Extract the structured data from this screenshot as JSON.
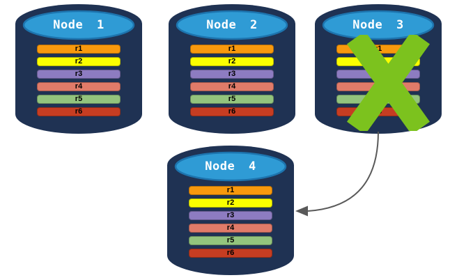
{
  "canvas": {
    "background": "#FFFFFF"
  },
  "colors": {
    "cylinder-body": "#1F3253",
    "cylinder-lid": "#2F9BD5",
    "cylinder-lid-border": "#1D74AE",
    "node-title-text": "#FFFFFF",
    "record-text": "#000000",
    "failure-x": "#7CC21E",
    "arrow": "#595959"
  },
  "nodes": [
    {
      "label": "Node 1",
      "failed": false,
      "records": [
        {
          "label": "r1",
          "color": "#F8990D"
        },
        {
          "label": "r2",
          "color": "#FBFF00"
        },
        {
          "label": "r3",
          "color": "#8D7CC1"
        },
        {
          "label": "r4",
          "color": "#E07B69"
        },
        {
          "label": "r5",
          "color": "#93C47D"
        },
        {
          "label": "r6",
          "color": "#C63D22"
        }
      ]
    },
    {
      "label": "Node 2",
      "failed": false,
      "records": [
        {
          "label": "r1",
          "color": "#F8990D"
        },
        {
          "label": "r2",
          "color": "#FBFF00"
        },
        {
          "label": "r3",
          "color": "#8D7CC1"
        },
        {
          "label": "r4",
          "color": "#E07B69"
        },
        {
          "label": "r5",
          "color": "#93C47D"
        },
        {
          "label": "r6",
          "color": "#C63D22"
        }
      ]
    },
    {
      "label": "Node 3",
      "failed": true,
      "records": [
        {
          "label": "r1",
          "color": "#F8990D"
        },
        {
          "label": "r2",
          "color": "#FBFF00"
        },
        {
          "label": "r3",
          "color": "#8D7CC1"
        },
        {
          "label": "r4",
          "color": "#E07B69"
        },
        {
          "label": "r5",
          "color": "#93C47D"
        },
        {
          "label": "r6",
          "color": "#C63D22"
        }
      ]
    },
    {
      "label": "Node 4",
      "failed": false,
      "records": [
        {
          "label": "r1",
          "color": "#F8990D"
        },
        {
          "label": "r2",
          "color": "#FBFF00"
        },
        {
          "label": "r3",
          "color": "#8D7CC1"
        },
        {
          "label": "r4",
          "color": "#E07B69"
        },
        {
          "label": "r5",
          "color": "#93C47D"
        },
        {
          "label": "r6",
          "color": "#C63D22"
        }
      ]
    }
  ],
  "failure_marker": {
    "on_node": "Node 3",
    "icon": "x-mark"
  },
  "arrow": {
    "from": "Node 3",
    "to": "Node 4"
  }
}
